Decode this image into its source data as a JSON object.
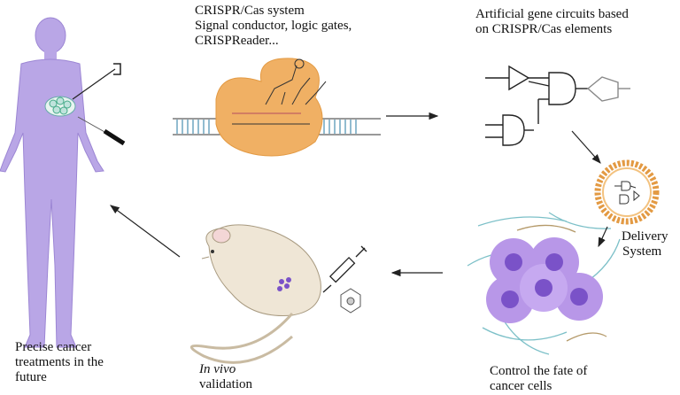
{
  "labels": {
    "crispr_line1": "CRISPR/Cas system",
    "crispr_line2": "Signal conductor, logic gates,",
    "crispr_line3": "CRISPReader...",
    "circuits_line1": "Artificial gene circuits based",
    "circuits_line2": "on CRISPR/Cas elements",
    "delivery_line1": "Delivery",
    "delivery_line2": "System",
    "fate_line1": "Control the fate of",
    "fate_line2": "cancer cells",
    "invivo_italic": "In vivo",
    "invivo_line2": "validation",
    "precise_line1": "Precise cancer",
    "precise_line2": "treatments in the",
    "precise_line3": "future"
  },
  "colors": {
    "body": "#b9a6e6",
    "body_edge": "#9c86d4",
    "cas_protein": "#f0b064",
    "mouse": "#efe6d6",
    "cell": "#b897e8",
    "nucleus": "#7a52c8",
    "arrow": "#222222"
  }
}
